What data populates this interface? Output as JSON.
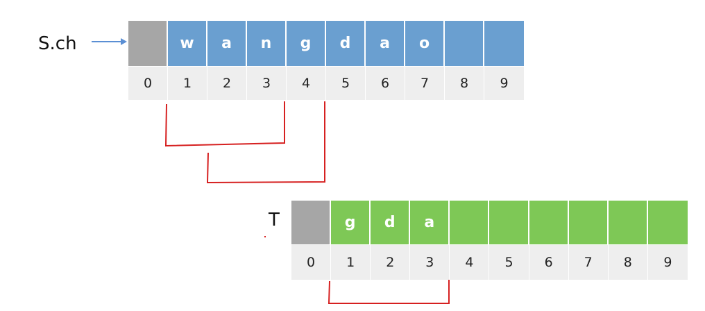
{
  "s_label": "S.ch",
  "t_label": "T",
  "s_array": {
    "chars": [
      "",
      "w",
      "a",
      "n",
      "g",
      "d",
      "a",
      "o",
      "",
      ""
    ],
    "indices": [
      "0",
      "1",
      "2",
      "3",
      "4",
      "5",
      "6",
      "7",
      "8",
      "9"
    ],
    "fill_color": "#6a9fd0",
    "pad_color": "#a6a6a6"
  },
  "t_array": {
    "chars": [
      "",
      "g",
      "d",
      "a",
      "",
      "",
      "",
      "",
      "",
      ""
    ],
    "indices": [
      "0",
      "1",
      "2",
      "3",
      "4",
      "5",
      "6",
      "7",
      "8",
      "9"
    ],
    "fill_color": "#7ec856",
    "pad_color": "#a6a6a6"
  },
  "bracket_color": "#d62020",
  "arrow_color": "#5b8fd4"
}
